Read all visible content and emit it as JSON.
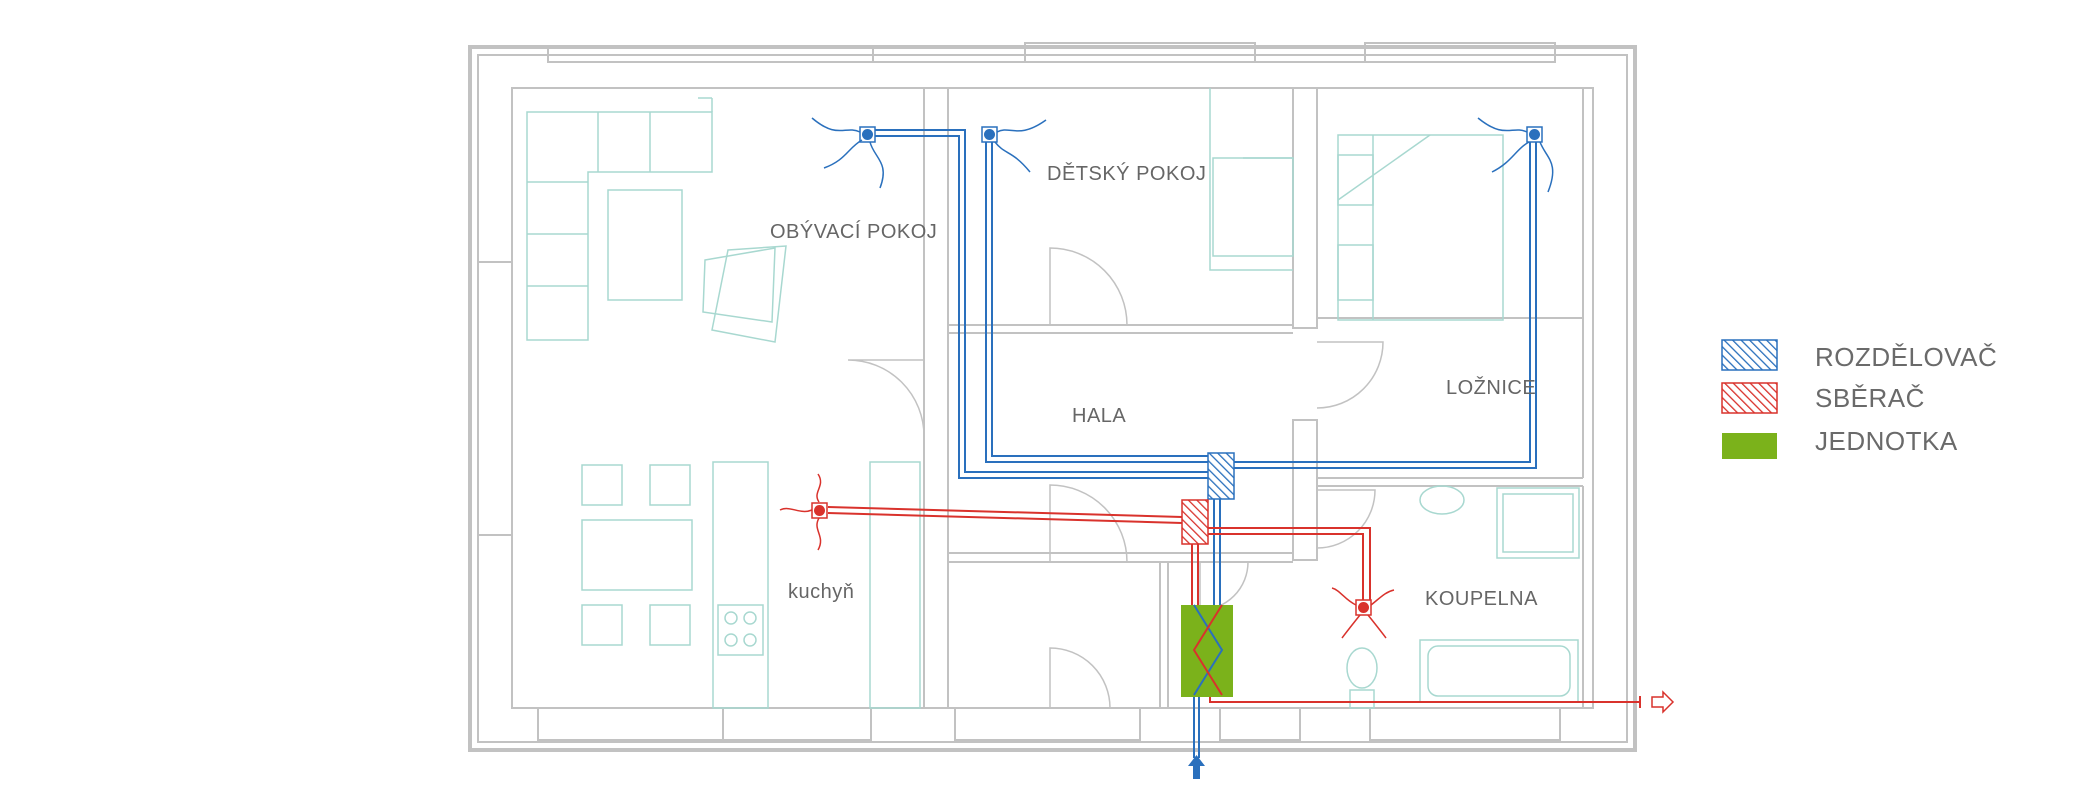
{
  "rooms": {
    "living": "OBÝVACÍ POKOJ",
    "kids": "DĚTSKÝ POKOJ",
    "bedroom": "LOŽNICE",
    "hall": "HALA",
    "kitchen": "kuchyň",
    "bathroom": "KOUPELNA"
  },
  "legend": {
    "distributor": "ROZDĚLOVAČ",
    "collector": "SBĚRAČ",
    "unit": "JEDNOTKA"
  },
  "colors": {
    "wall": "#c2c2c2",
    "furniture": "#a8d8d0",
    "supply": "#2a70bd",
    "exhaust": "#d9322c",
    "unit": "#7bb21b",
    "text": "#666666"
  }
}
